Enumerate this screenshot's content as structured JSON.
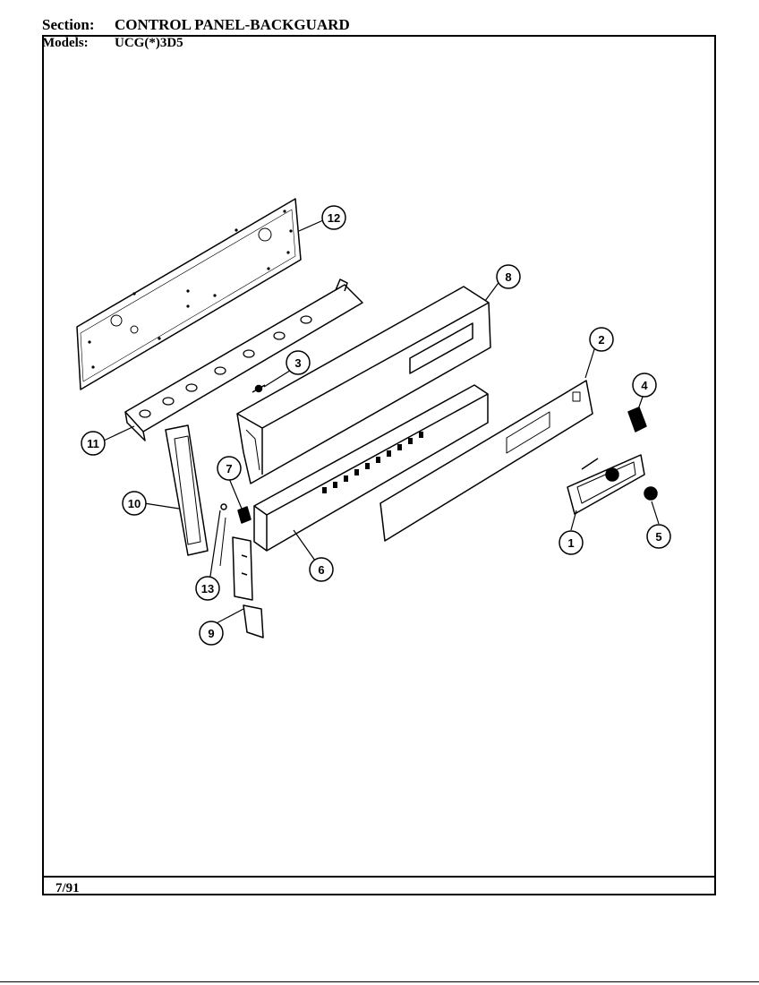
{
  "header": {
    "section_label": "Section:",
    "section_value": "CONTROL PANEL-BACKGUARD",
    "models_label": "Models:",
    "models_value": "UCG(*)3D5"
  },
  "footer": {
    "date": "7/91"
  },
  "callouts": [
    {
      "id": "1",
      "name": "callout-1"
    },
    {
      "id": "2",
      "name": "callout-2"
    },
    {
      "id": "3",
      "name": "callout-3"
    },
    {
      "id": "4",
      "name": "callout-4"
    },
    {
      "id": "5",
      "name": "callout-5"
    },
    {
      "id": "6",
      "name": "callout-6"
    },
    {
      "id": "7",
      "name": "callout-7"
    },
    {
      "id": "8",
      "name": "callout-8"
    },
    {
      "id": "9",
      "name": "callout-9"
    },
    {
      "id": "10",
      "name": "callout-10"
    },
    {
      "id": "11",
      "name": "callout-11"
    },
    {
      "id": "12",
      "name": "callout-12"
    },
    {
      "id": "13",
      "name": "callout-13"
    }
  ]
}
